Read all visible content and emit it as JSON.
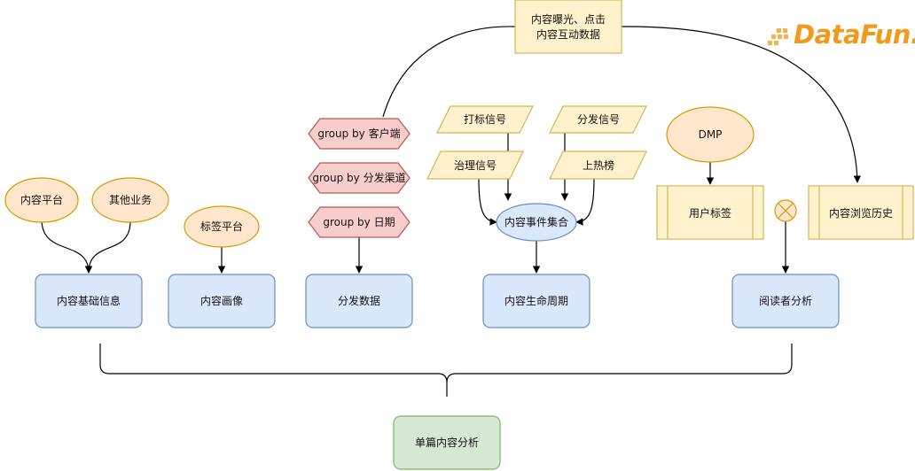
{
  "logo": {
    "text": "DataFun."
  },
  "nodes": {
    "exposure_line1": "内容曝光、点击",
    "exposure_line2": "内容互动数据",
    "content_platform": "内容平台",
    "other_business": "其他业务",
    "tag_platform": "标签平台",
    "group_client": "group by 客户端",
    "group_channel": "group by 分发渠道",
    "group_date": "group by 日期",
    "tag_signal": "打标信号",
    "distribute_signal": "分发信号",
    "govern_signal": "治理信号",
    "hot_list": "上热榜",
    "event_set": "内容事件集合",
    "dmp": "DMP",
    "user_tags": "用户标签",
    "browse_history": "内容浏览历史",
    "basic_info": "内容基础信息",
    "content_profile": "内容画像",
    "distribution_data": "分发数据",
    "lifecycle": "内容生命周期",
    "reader_analysis": "阅读者分析",
    "single_analysis": "单篇内容分析"
  },
  "colors": {
    "blue_fill": "#dae8fc",
    "blue_stroke": "#6c8ebf",
    "orange_fill": "#ffe6cc",
    "orange_stroke": "#d79b00",
    "yellow_fill": "#fff2cc",
    "yellow_stroke": "#d6b656",
    "red_fill": "#f8cecc",
    "red_stroke": "#b85450",
    "green_fill": "#d5e8d4",
    "green_stroke": "#82b366",
    "logo_orange": "#f29a1a"
  }
}
